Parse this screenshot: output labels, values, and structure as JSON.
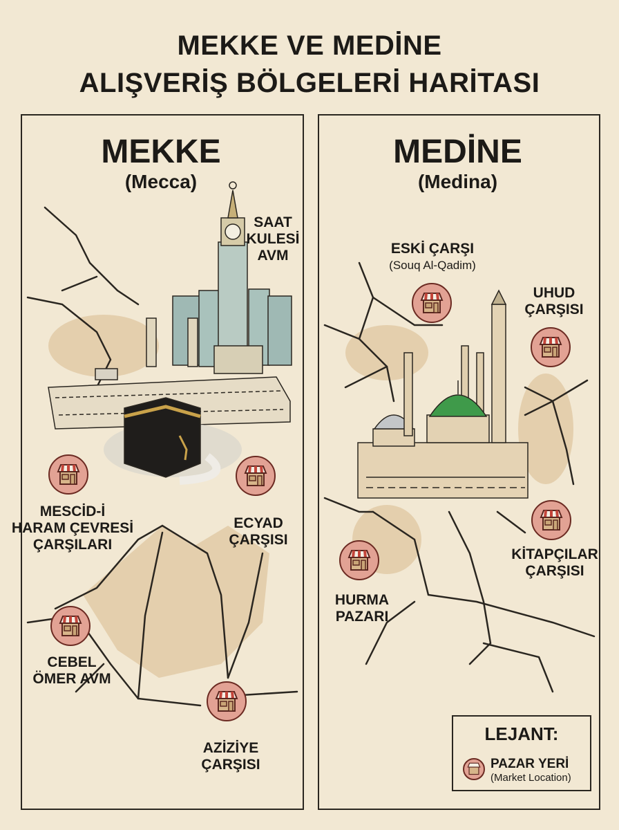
{
  "title": {
    "line1": "MEKKE VE MEDİNE",
    "line2": "ALIŞVERİŞ BÖLGELERİ HARİTASI"
  },
  "colors": {
    "paper": "#f2e8d3",
    "marker": "#e2a294",
    "marker_border": "#6b2a22",
    "dome": "#3f9a4a",
    "ink": "#1c1a17"
  },
  "mecca": {
    "name": "MEKKE",
    "subtitle": "(Mecca)",
    "landmark": {
      "lines": [
        "SAAT",
        "KULESİ",
        "AVM"
      ]
    },
    "markets": [
      {
        "lines": [
          "MESCİD-İ",
          "HARAM ÇEVRESİ",
          "ÇARŞILARI"
        ],
        "icon": "storefront-icon"
      },
      {
        "lines": [
          "ECYAD",
          "ÇARŞISI"
        ],
        "icon": "storefront-icon"
      },
      {
        "lines": [
          "CEBEL",
          "ÖMER AVM"
        ],
        "icon": "storefront-icon"
      },
      {
        "lines": [
          "AZİZİYE",
          "ÇARŞISI"
        ],
        "icon": "storefront-icon"
      }
    ]
  },
  "medina": {
    "name": "MEDİNE",
    "subtitle": "(Medina)",
    "markets": [
      {
        "lines": [
          "ESKİ ÇARŞI"
        ],
        "note": "(Souq Al-Qadim)",
        "icon": "storefront-icon"
      },
      {
        "lines": [
          "UHUD",
          "ÇARŞISI"
        ],
        "icon": "storefront-icon"
      },
      {
        "lines": [
          "KİTAPÇILAR",
          "ÇARŞISI"
        ],
        "icon": "storefront-icon"
      },
      {
        "lines": [
          "HURMA",
          "PAZARI"
        ],
        "icon": "storefront-icon"
      }
    ]
  },
  "legend": {
    "title": "LEJANT:",
    "item_label": "PAZAR YERİ",
    "item_note": "(Market Location)",
    "icon": "storefront-icon"
  }
}
